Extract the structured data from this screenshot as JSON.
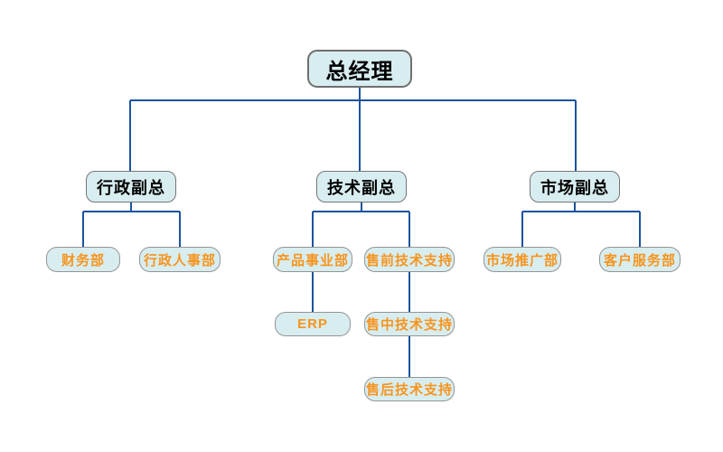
{
  "diagram": {
    "type": "org-chart",
    "background_color": "#ffffff",
    "node_fill_color": "#d8edf0",
    "node_border_color": "#7d7d7d",
    "connector_color": "#1b539e",
    "manager_text_color": "#000000",
    "department_text_color": "#f7941d"
  },
  "org": {
    "nodes": [
      {
        "id": "gm",
        "label": "总经理",
        "parent": null
      },
      {
        "id": "admin_vp",
        "label": "行政副总",
        "parent": "gm"
      },
      {
        "id": "tech_vp",
        "label": "技术副总",
        "parent": "gm"
      },
      {
        "id": "market_vp",
        "label": "市场副总",
        "parent": "gm"
      },
      {
        "id": "finance",
        "label": "财务部",
        "parent": "admin_vp"
      },
      {
        "id": "admin_hr",
        "label": "行政人事部",
        "parent": "admin_vp"
      },
      {
        "id": "product",
        "label": "产品事业部",
        "parent": "tech_vp"
      },
      {
        "id": "presales",
        "label": "售前技术支持",
        "parent": "tech_vp"
      },
      {
        "id": "erp",
        "label": "ERP",
        "parent": "product"
      },
      {
        "id": "midsales",
        "label": "售中技术支持",
        "parent": "presales"
      },
      {
        "id": "aftersales",
        "label": "售后技术支持",
        "parent": "midsales"
      },
      {
        "id": "marketing",
        "label": "市场推广部",
        "parent": "market_vp"
      },
      {
        "id": "cust_serv",
        "label": "客户服务部",
        "parent": "market_vp"
      }
    ]
  }
}
